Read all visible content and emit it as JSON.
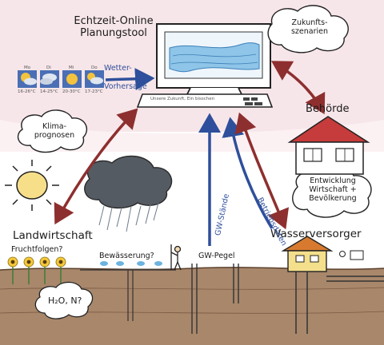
{
  "tool": {
    "title_line1": "Echtzeit-Online",
    "title_line2": "Planungstool",
    "keyboard_text": "Unsere Zukunft, Ein bisschen"
  },
  "weather": {
    "label_line1": "Wetter-",
    "label_line2": "Vorhersage",
    "days": [
      {
        "day": "Mo",
        "temp": "16-26°C"
      },
      {
        "day": "Di",
        "temp": "14-25°C"
      },
      {
        "day": "Mi",
        "temp": "20-30°C"
      },
      {
        "day": "Do",
        "temp": "17-23°C"
      }
    ]
  },
  "clouds": {
    "future_line1": "Zukunfts-",
    "future_line2": "szenarien",
    "climate_line1": "Klima-",
    "climate_line2": "prognosen",
    "development_line1": "Entwicklung",
    "development_line2": "Wirtschaft +",
    "development_line3": "Bevölkerung"
  },
  "actors": {
    "authority": "Behörde",
    "agriculture": "Landwirtschaft",
    "water_supplier": "Wasserversorger"
  },
  "arrows": {
    "operating_data": "Betriebsdaten",
    "gw_levels": "GW-Stände"
  },
  "field": {
    "crop_rotation": "Fruchtfolgen?",
    "irrigation": "Bewässerung?",
    "gw_gauge": "GW-Pegel",
    "nutrients": "H₂O, N?"
  },
  "colors": {
    "blue_arrow": "#2e4f9b",
    "red_arrow": "#8e2f2f",
    "soil": "#a8876b",
    "sky_tint": "#f6e4e7",
    "screen_water": "#8ec5e8"
  }
}
